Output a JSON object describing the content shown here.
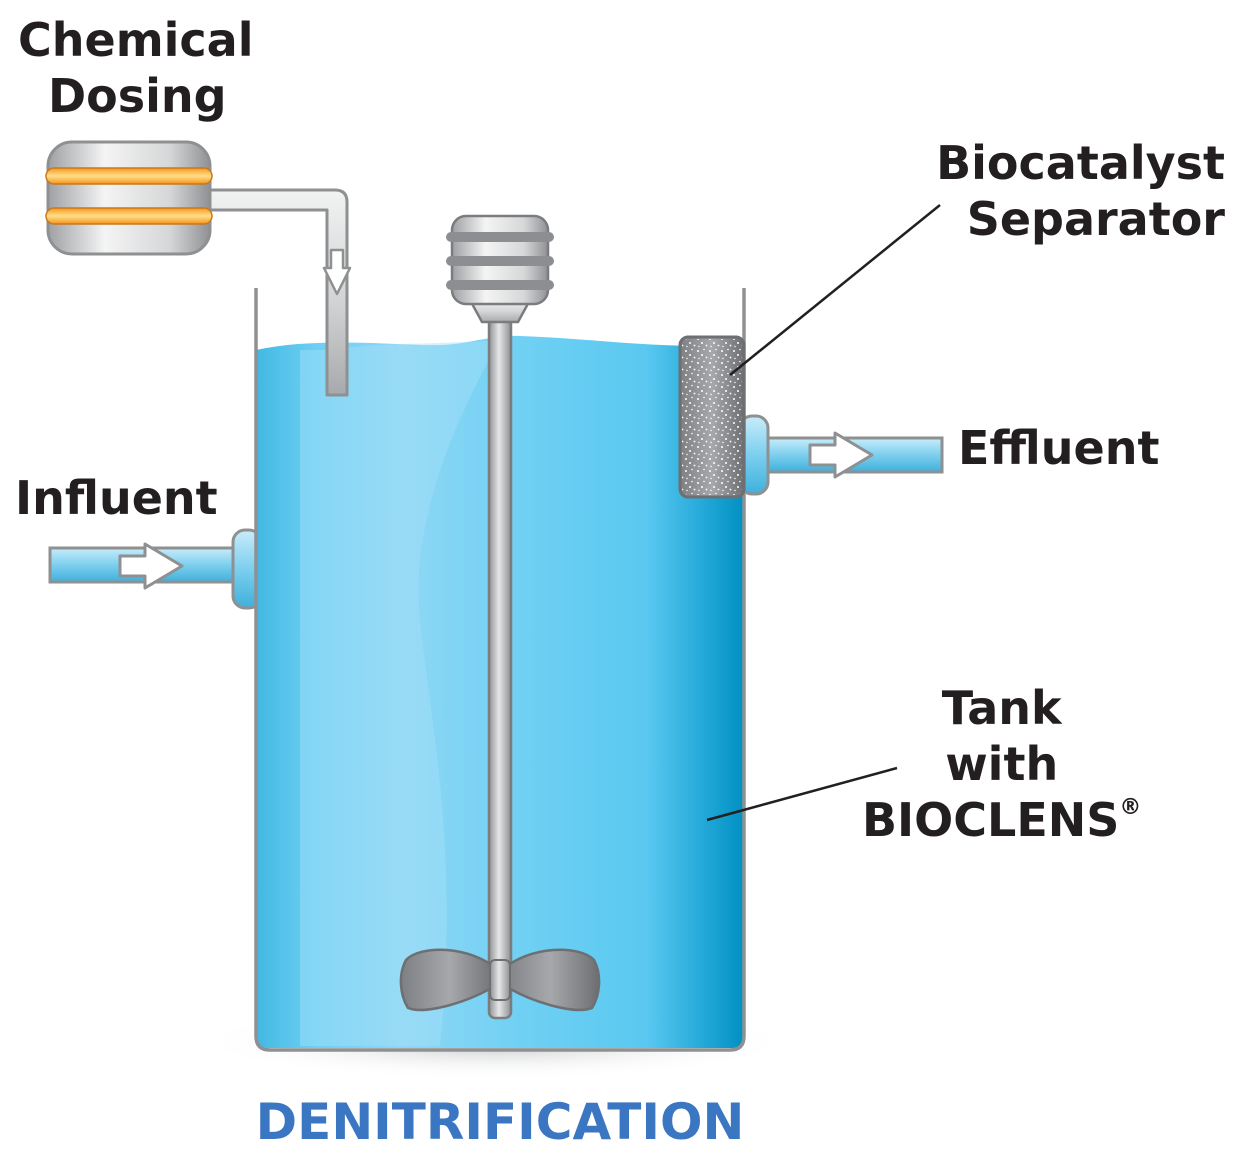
{
  "labels": {
    "chemical_dosing": [
      "Chemical",
      "Dosing"
    ],
    "biocatalyst_separator": [
      "Biocatalyst",
      "Separator"
    ],
    "effluent": "Effluent",
    "influent": "Influent",
    "tank": [
      "Tank",
      "with",
      "BIOCLENS"
    ],
    "tank_mark": "®",
    "process": "DENITRIFICATION"
  },
  "colors": {
    "water_light": "#8fd6f4",
    "water_mid": "#5ccaf0",
    "water_dark": "#0093c6",
    "metal": "#a9aaac",
    "pump_ring": "#f5a623",
    "title": "#3b76c2"
  }
}
